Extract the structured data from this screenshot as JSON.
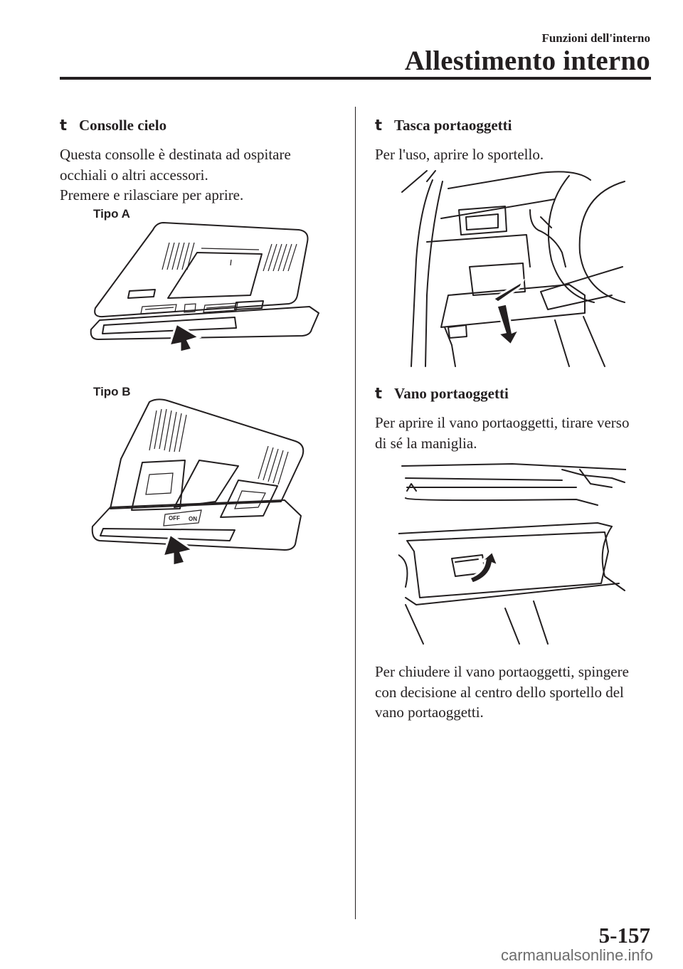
{
  "header": {
    "section": "Funzioni dell'interno",
    "title": "Allestimento interno"
  },
  "left": {
    "heading": {
      "bullet": "t",
      "text": "Consolle cielo"
    },
    "paragraph": [
      "Questa consolle è destinata ad ospitare",
      "occhiali o altri accessori.",
      "Premere e rilasciare per aprire."
    ],
    "figure_a_label": "Tipo A",
    "figure_b_label": "Tipo B",
    "switch_off": "OFF",
    "switch_on": "ON"
  },
  "right": {
    "section1": {
      "bullet": "t",
      "heading": "Tasca portaoggetti",
      "paragraph": [
        "Per l'uso, aprire lo sportello."
      ]
    },
    "section2": {
      "bullet": "t",
      "heading": "Vano portaoggetti",
      "paragraph": [
        "Per aprire il vano portaoggetti, tirare verso",
        "di sé la maniglia."
      ],
      "closing": [
        "Per chiudere il vano portaoggetti, spingere",
        "con decisione al centro dello sportello del",
        "vano portaoggetti."
      ]
    }
  },
  "page_number": "5-157",
  "watermark": "carmanualsonline.info"
}
